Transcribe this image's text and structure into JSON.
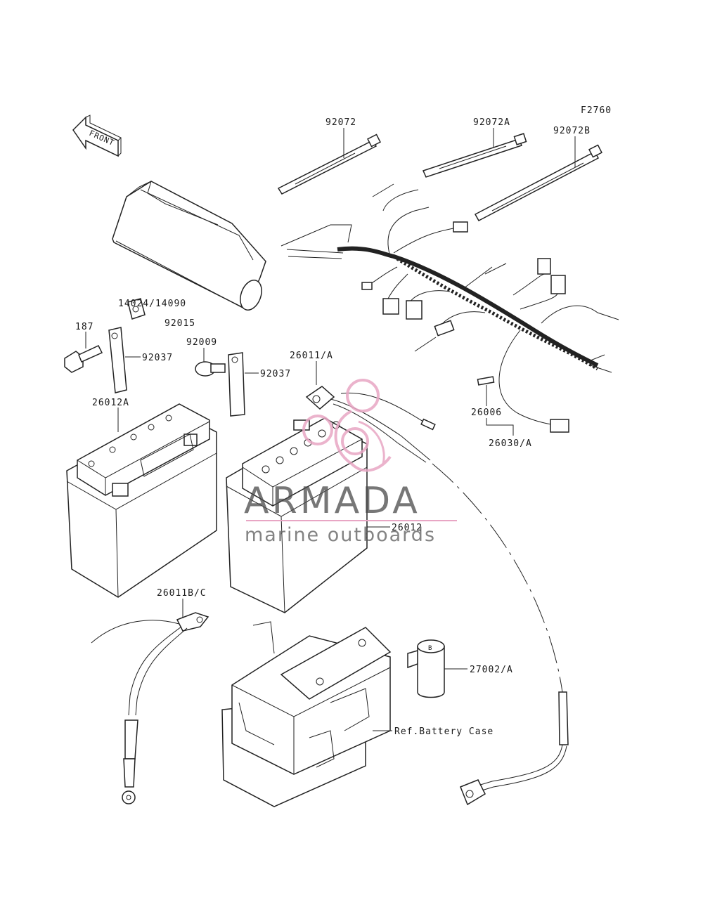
{
  "figure_code": "F2760",
  "front_label": "FRONT",
  "labels": {
    "p92072": "92072",
    "p92072A": "92072A",
    "p92072B": "92072B",
    "p14024": "14024/14090",
    "p92015": "92015",
    "p187": "187",
    "p92037a": "92037",
    "p92009": "92009",
    "p92037b": "92037",
    "p26011A": "26011/A",
    "p26006": "26006",
    "p26030A": "26030/A",
    "p26012A": "26012A",
    "p26012": "26012",
    "p26011BC": "26011B/C",
    "p27002A": "27002/A",
    "ref_case": "Ref.Battery Case"
  },
  "watermark": {
    "brand": "ARMADA",
    "tagline": "marine outboards",
    "accent_color": "#e8a6c4"
  }
}
